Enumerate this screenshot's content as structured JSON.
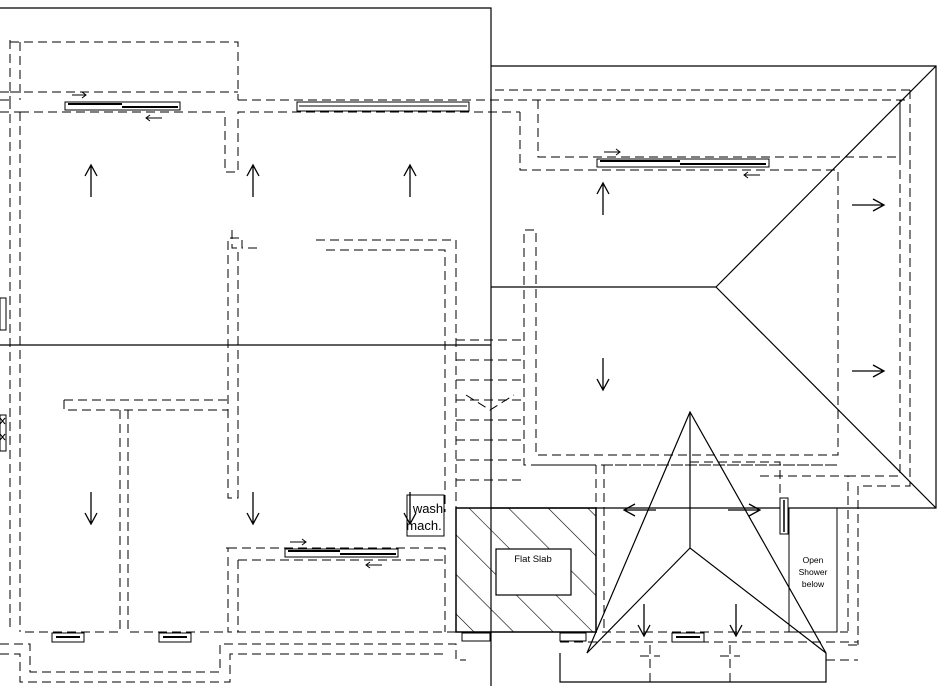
{
  "labels": {
    "flat_slab": "Flat Slab",
    "wash_line1": "wash",
    "wash_line2": "mach.",
    "shower_line1": "Open",
    "shower_line2": "Shower",
    "shower_line3": "below"
  }
}
